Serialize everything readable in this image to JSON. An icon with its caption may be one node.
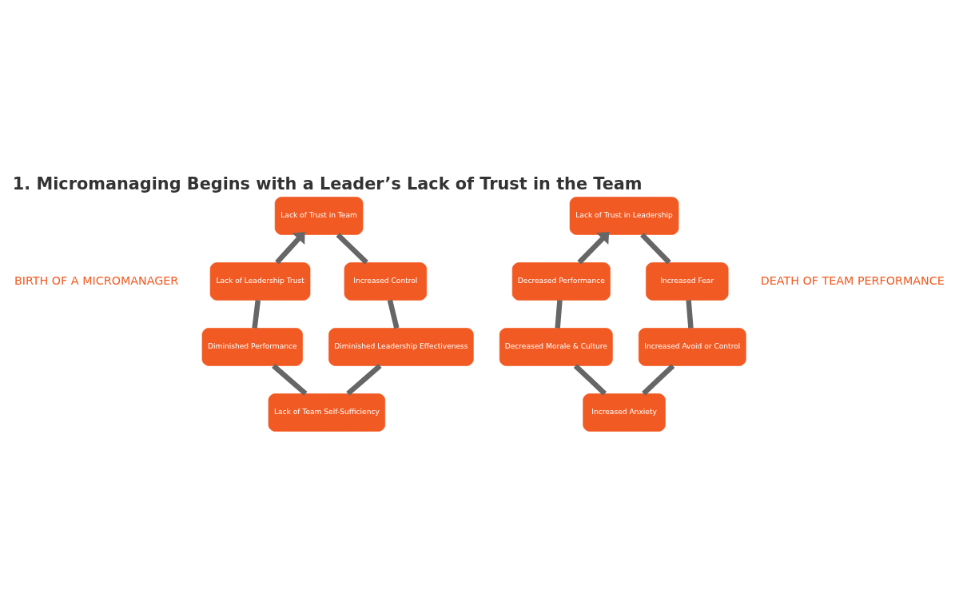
{
  "diagram": {
    "title": "1. Micromanaging Begins with a Leader’s Lack of Trust in the Team",
    "nodes": [
      {
        "text": [
          "Lack of Trust in Team"
        ]
      },
      {
        "text": [
          "Increased Control"
        ]
      },
      {
        "text": [
          "Diminished Leadership Effectiveness"
        ]
      },
      {
        "text": [
          "Lack of Team Self-Sufficiency"
        ]
      },
      {
        "text": [
          "Diminished Performance"
        ]
      },
      {
        "text": [
          "Lack of Leadership Trust"
        ]
      },
      {
        "text": [
          "Lack of Trust in Leadership"
        ]
      },
      {
        "text": [
          "Increased Fear"
        ]
      },
      {
        "text": [
          "Increased Avoid or Control"
        ]
      },
      {
        "text": [
          "Increased Anxiety"
        ]
      },
      {
        "text": [
          "Decreased Morale & Culture"
        ]
      },
      {
        "text": [
          "Decreased Performance"
        ]
      }
    ],
    "edges": [
      {
        "from": 0,
        "to": 1,
        "arrow": "none"
      },
      {
        "from": 1,
        "to": 2,
        "arrow": "none"
      },
      {
        "from": 2,
        "to": 3,
        "arrow": "none"
      },
      {
        "from": 3,
        "to": 4,
        "arrow": "none"
      },
      {
        "from": 4,
        "to": 5,
        "arrow": "none"
      },
      {
        "from": 5,
        "to": 0,
        "arrow": "to"
      },
      {
        "from": 6,
        "to": 7,
        "arrow": "none"
      },
      {
        "from": 7,
        "to": 8,
        "arrow": "none"
      },
      {
        "from": 8,
        "to": 9,
        "arrow": "none"
      },
      {
        "from": 9,
        "to": 10,
        "arrow": "none"
      },
      {
        "from": 10,
        "to": 11,
        "arrow": "none"
      },
      {
        "from": 11,
        "to": 6,
        "arrow": "to"
      }
    ],
    "labels": [
      "BIRTH OF A MICROMANAGER",
      "DEATH OF TEAM PERFORMANCE"
    ]
  }
}
